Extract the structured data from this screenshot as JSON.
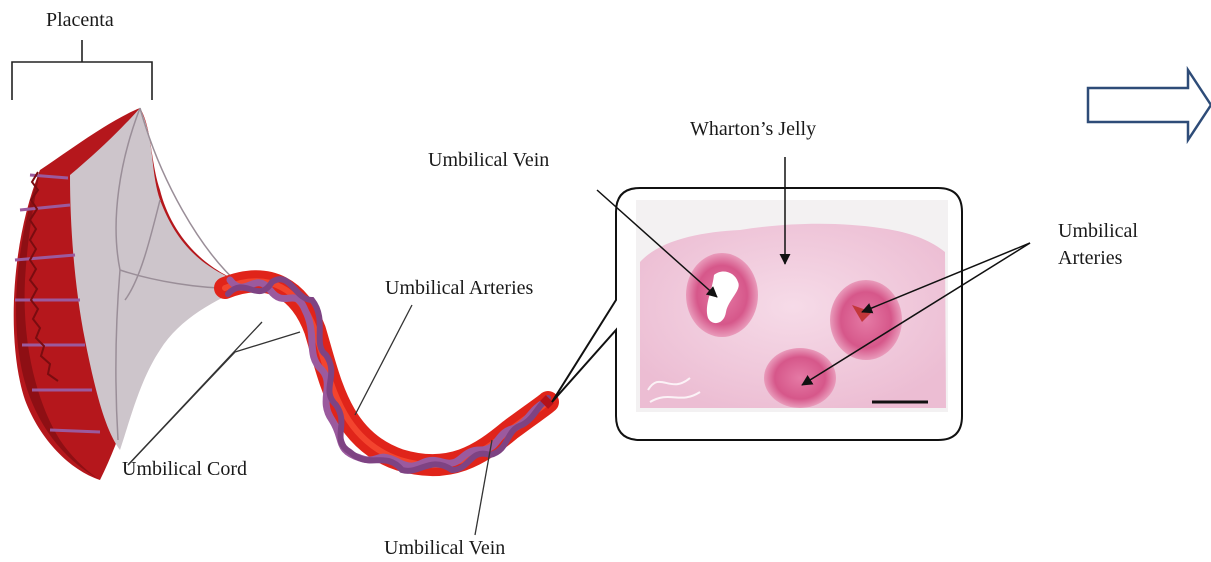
{
  "labels": {
    "placenta": "Placenta",
    "umbilical_cord": "Umbilical Cord",
    "umbilical_arteries_cord": "Umbilical Arteries",
    "umbilical_vein_bottom": "Umbilical Vein",
    "umbilical_vein_section": "Umbilical Vein",
    "whartons_jelly": "Wharton’s Jelly",
    "umbilical_arteries_section_line1": "Umbilical",
    "umbilical_arteries_section_line2": "Arteries"
  },
  "colors": {
    "placenta_red": "#b5171c",
    "cord_red": "#e0241a",
    "artery_purple": "#9b5a9e",
    "tissue_pink": "#f2cde0",
    "vessel_pink": "#d9608f",
    "nav_arrow": "#2e4c78"
  }
}
